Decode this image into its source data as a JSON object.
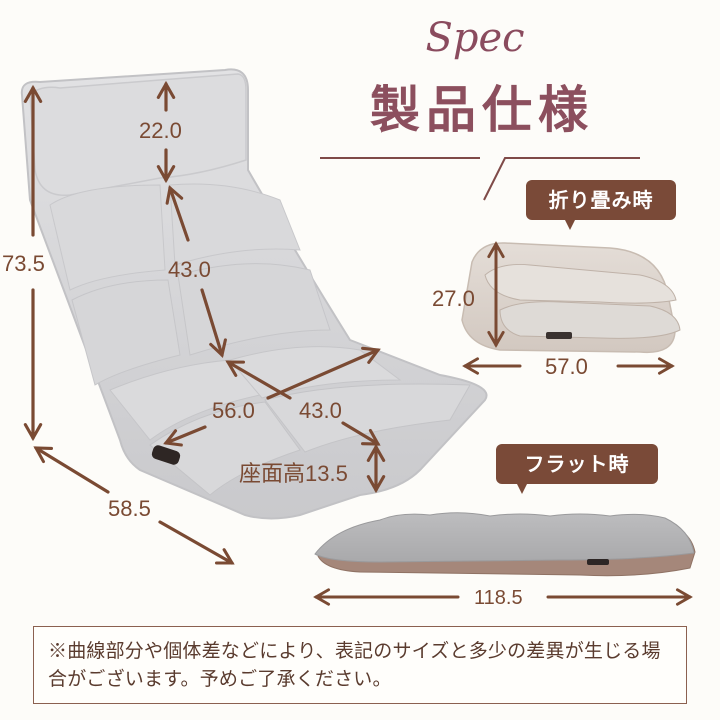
{
  "header": {
    "script_title": "Spec",
    "title": "製品仕様"
  },
  "main_chair": {
    "dimensions": {
      "total_height": "73.5",
      "headrest_height": "22.0",
      "backrest_length": "43.0",
      "seat_width": "56.0",
      "seat_depth": "43.0",
      "seat_height": "座面高13.5",
      "base_width": "58.5"
    }
  },
  "folded": {
    "label": "折り畳み時",
    "dimensions": {
      "height": "27.0",
      "width": "57.0"
    }
  },
  "flat": {
    "label": "フラット時",
    "dimensions": {
      "length": "118.5"
    }
  },
  "note": {
    "text": "※曲線部分や個体差などにより、表記のサイズと多少の差異が生じる場合がございます。予めご了承ください。"
  },
  "colors": {
    "background": "#fdfcf9",
    "accent_brown": "#7a4a38",
    "title_mauve": "#8c4f5e",
    "fabric_gray": "#d6d6d8",
    "fabric_beige": "#d9cfc7",
    "flat_base_brown": "#a8887a"
  }
}
